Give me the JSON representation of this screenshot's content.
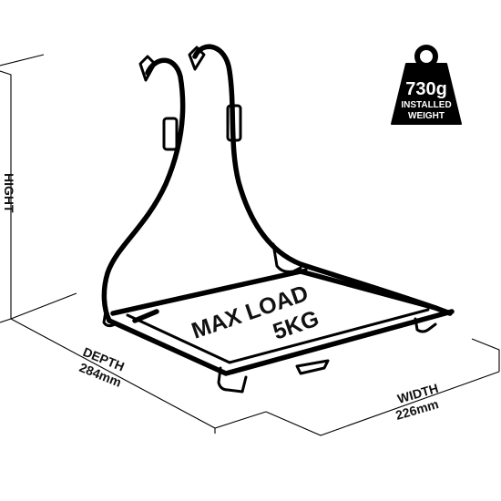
{
  "dimensions": {
    "height_label": "HIGHT",
    "depth_label": "DEPTH",
    "depth_value": "284mm",
    "width_label": "WIDTH",
    "width_value": "226mm"
  },
  "platform": {
    "line1": "MAX LOAD",
    "line2": "5KG"
  },
  "weight_badge": {
    "value": "730g",
    "line1": "INSTALLED",
    "line2": "WEIGHT",
    "icon": "weight-icon"
  },
  "colors": {
    "stroke": "#000000",
    "background": "#ffffff",
    "badge_fill": "#000000",
    "badge_text": "#ffffff"
  }
}
